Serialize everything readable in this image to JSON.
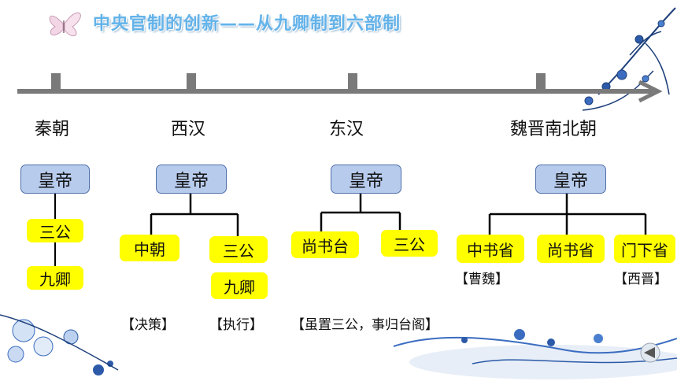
{
  "title": "中央官制的创新——从九卿制到六部制",
  "eras": [
    "秦朝",
    "西汉",
    "东汉",
    "魏晋南北朝"
  ],
  "emperor": "皇帝",
  "qin": {
    "sangong": "三公",
    "jiuqing": "九卿"
  },
  "xihan": {
    "zhongchao": "中朝",
    "sangong": "三公",
    "jiuqing": "九卿",
    "note_left": "【决策】",
    "note_right": "【执行】"
  },
  "donghan": {
    "shangshutai": "尚书台",
    "sangong": "三公",
    "note": "【虽置三公，事归台阁】"
  },
  "weijin": {
    "zhongshu": "中书省",
    "shangshu": "尚书省",
    "menxia": "门下省",
    "note_cao": "【曹魏】",
    "note_xijin": "【西晋】"
  },
  "colors": {
    "emperor_box": "#b7cbed",
    "office_box": "#ffff00",
    "title": "#63b3ea",
    "timeline": "#7a7a7a"
  }
}
